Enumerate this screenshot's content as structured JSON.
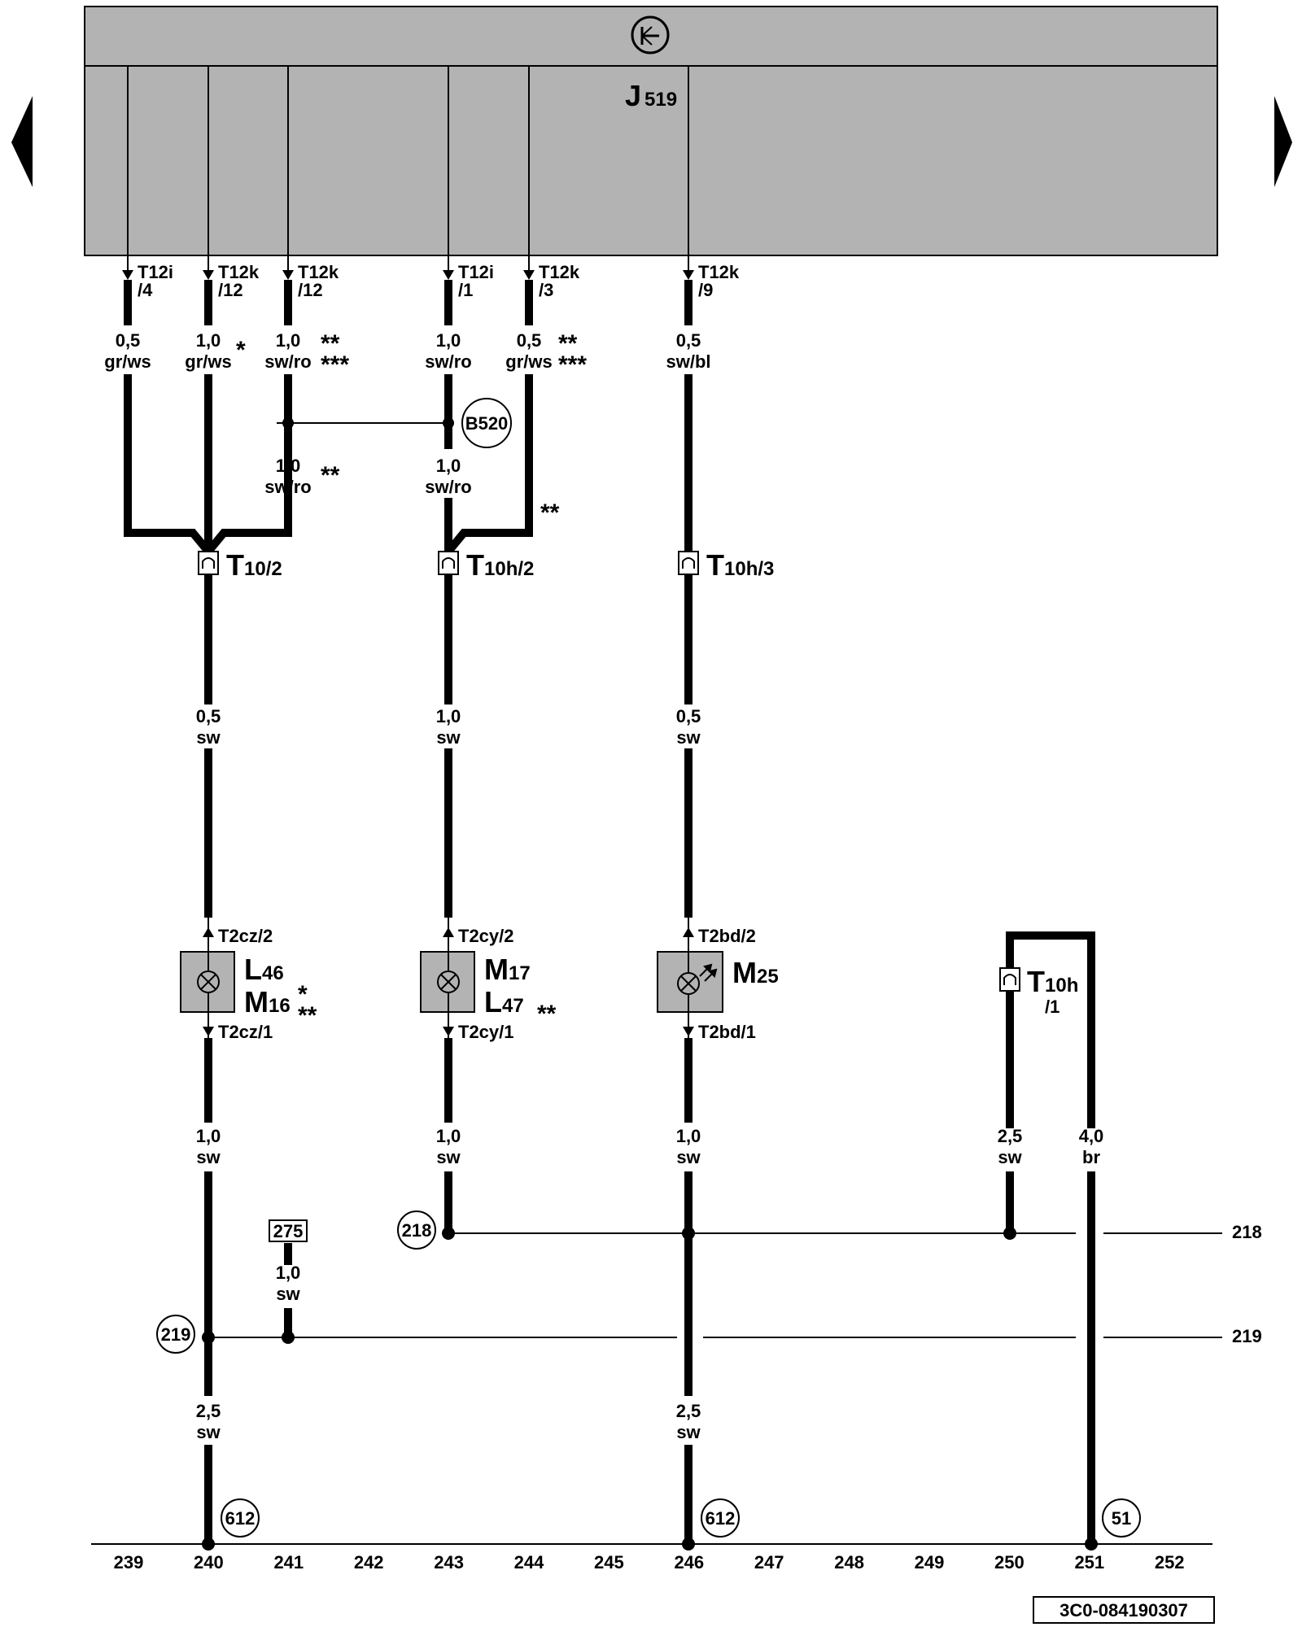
{
  "control_unit": {
    "letter": "J",
    "number": "519"
  },
  "pins": [
    {
      "id": "p1",
      "l1": "T12i",
      "l2": "/4"
    },
    {
      "id": "p2",
      "l1": "T12k",
      "l2": "/12"
    },
    {
      "id": "p3",
      "l1": "T12k",
      "l2": "/12"
    },
    {
      "id": "p4",
      "l1": "T12i",
      "l2": "/1"
    },
    {
      "id": "p5",
      "l1": "T12k",
      "l2": "/3"
    },
    {
      "id": "p6",
      "l1": "T12k",
      "l2": "/9"
    }
  ],
  "wires": [
    {
      "id": "w1",
      "size": "0,5",
      "color": "gr/ws",
      "mark": ""
    },
    {
      "id": "w2",
      "size": "1,0",
      "color": "gr/ws",
      "mark": "*"
    },
    {
      "id": "w3",
      "size": "1,0",
      "color": "sw/ro",
      "mark": "**",
      "mark2": "***"
    },
    {
      "id": "w4",
      "size": "1,0",
      "color": "sw/ro",
      "mark": ""
    },
    {
      "id": "w5",
      "size": "0,5",
      "color": "gr/ws",
      "mark": "**",
      "mark2": "***"
    },
    {
      "id": "w6",
      "size": "0,5",
      "color": "sw/bl",
      "mark": ""
    },
    {
      "id": "w7",
      "size": "1,0",
      "color": "sw/ro",
      "mark": "**"
    },
    {
      "id": "w8",
      "size": "1,0",
      "color": "sw/ro",
      "mark": ""
    },
    {
      "id": "w9",
      "size": "0,5",
      "color": "sw"
    },
    {
      "id": "w10",
      "size": "1,0",
      "color": "sw"
    },
    {
      "id": "w11",
      "size": "0,5",
      "color": "sw"
    },
    {
      "id": "w12",
      "size": "1,0",
      "color": "sw"
    },
    {
      "id": "w13",
      "size": "1,0",
      "color": "sw"
    },
    {
      "id": "w14",
      "size": "1,0",
      "color": "sw"
    },
    {
      "id": "w15",
      "size": "2,5",
      "color": "sw"
    },
    {
      "id": "w16",
      "size": "4,0",
      "color": "br"
    },
    {
      "id": "w17",
      "size": "1,0",
      "color": "sw"
    },
    {
      "id": "w18",
      "size": "2,5",
      "color": "sw"
    },
    {
      "id": "w19",
      "size": "2,5",
      "color": "sw"
    }
  ],
  "annotations": {
    "merge_mark": "**"
  },
  "connectors": {
    "t10_2": {
      "main": "T",
      "sub": "10/2"
    },
    "t10h_2": {
      "main": "T",
      "sub": "10h/2"
    },
    "t10h_3": {
      "main": "T",
      "sub": "10h/3"
    },
    "t10h_1": {
      "main": "T",
      "sub": "10h",
      "sub2": "/1"
    }
  },
  "component_pins": {
    "t2cz_2": "T2cz/2",
    "t2cz_1": "T2cz/1",
    "t2cy_2": "T2cy/2",
    "t2cy_1": "T2cy/1",
    "t2bd_2": "T2bd/2",
    "t2bd_1": "T2bd/1"
  },
  "components": {
    "c1": {
      "a": "L",
      "a_sub": "46",
      "b": "M",
      "b_sub": "16",
      "mark_a": "*",
      "mark_b": "**"
    },
    "c2": {
      "a": "M",
      "a_sub": "17",
      "b": "L",
      "b_sub": "47",
      "mark_b": "**"
    },
    "c3": {
      "a": "M",
      "a_sub": "25"
    }
  },
  "connections": {
    "b520": "B520",
    "n218": "218",
    "n219": "219",
    "n612a": "612",
    "n612b": "612",
    "n51": "51",
    "r218": "218",
    "r219": "219"
  },
  "ref_box": "275",
  "tracks": [
    "239",
    "240",
    "241",
    "242",
    "243",
    "244",
    "245",
    "246",
    "247",
    "248",
    "249",
    "250",
    "251",
    "252"
  ],
  "drawing_code": "3C0-084190307"
}
